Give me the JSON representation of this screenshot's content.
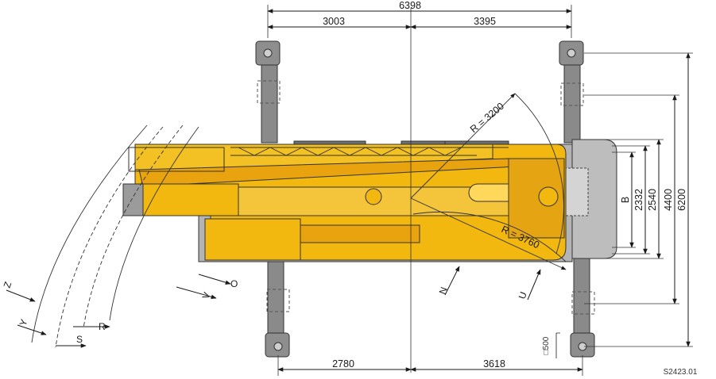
{
  "diagram_code": "S2423.01",
  "dimensions": {
    "top_total": "6398",
    "top_left": "3003",
    "top_right": "3395",
    "bottom_left": "2780",
    "bottom_right": "3618",
    "width_b": "B",
    "width_2332": "2332",
    "width_2540": "2540",
    "width_4400": "4400",
    "width_6200": "6200",
    "pad_size": "□500",
    "radius_1": "R = 3200",
    "radius_2": "R = 3760"
  },
  "clearance_letters": {
    "z": "Z",
    "y": "Y",
    "s": "S",
    "r": "R",
    "v": "V",
    "o": "O",
    "n": "N",
    "u": "U"
  },
  "colors": {
    "crane_yellow": "#f2b80f",
    "crane_orange": "#e89a0c",
    "chassis_gray": "#a9a9a9",
    "dark_gray": "#6e6e6e",
    "outrigger": "#7d7d7d",
    "line": "#1a1a1a"
  }
}
